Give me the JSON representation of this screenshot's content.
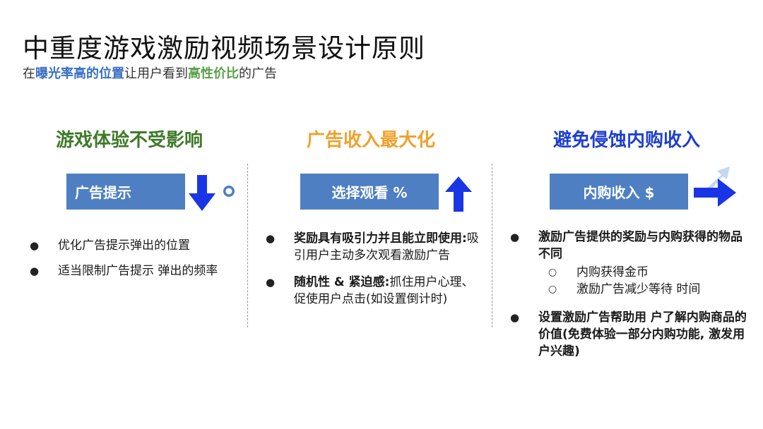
{
  "title": "中重度游戏激励视频场景设计原则",
  "subtitle": {
    "p1": "在",
    "p2": "曝光率高的位置",
    "p3": "让用户看到",
    "p4": "高性价比",
    "p5": "的广告"
  },
  "colors": {
    "blue_box": "#4e7fc3",
    "green": "#3f7a2a",
    "orange": "#f0a12c",
    "navy": "#1e3fd0",
    "arrow_blue": "#1a35e6"
  },
  "columns": [
    {
      "heading": "游戏体验不受影响",
      "box": "广告提示",
      "box_icon": "eye-icon",
      "arrow": "arrow-down-icon",
      "items": [
        {
          "text": "优化广告提示弹出的位置"
        },
        {
          "text": "适当限制广告提示 弹出的频率"
        }
      ]
    },
    {
      "heading": "广告收入最大化",
      "box": "选择观看 %",
      "arrow": "arrow-up-icon",
      "items": [
        {
          "bold": "奖励具有吸引力并且能立即使用:",
          "text": "吸引用户主动多次观看激励广告"
        },
        {
          "bold": "随机性 & 紧迫感:",
          "text": "抓住用户心理、促使用户点击(如设置倒计时)"
        }
      ]
    },
    {
      "heading": "避免侵蚀内购收入",
      "box": "内购收入 $",
      "arrow": "arrow-right-icon",
      "items": [
        {
          "bold": "激励广告提供的奖励与内购获得的物品不同",
          "subs": [
            "内购获得金币",
            "激励广告减少等待 时间"
          ]
        },
        {
          "bold": "设置激励广告帮助用 户了解内购商品的价值(免费体验一部分内购功能, 激发用户兴趣)"
        }
      ]
    }
  ],
  "bullet": "●",
  "sub_bullet": "○"
}
